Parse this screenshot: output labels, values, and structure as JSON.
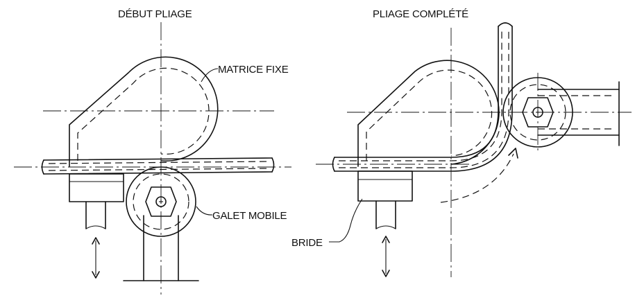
{
  "labels": {
    "title_left": "DÉBUT PLIAGE",
    "title_right": "PLIAGE COMPLÉTÉ",
    "fixed_die": "MATRICE FIXE",
    "mobile_roller": "GALET MOBILE",
    "clamp": "BRIDE"
  }
}
